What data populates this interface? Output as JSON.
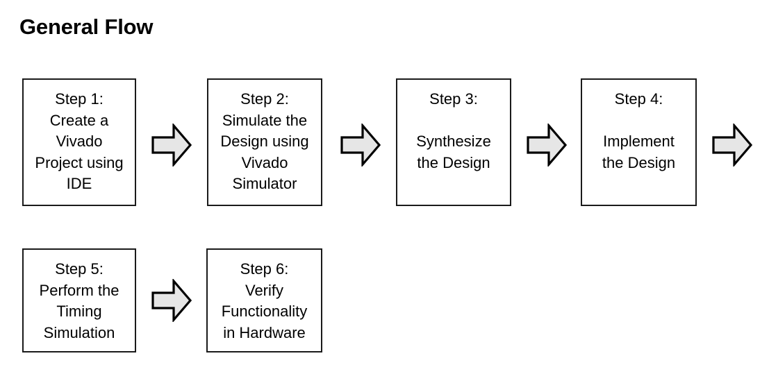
{
  "page": {
    "title": "General Flow",
    "background_color": "#ffffff",
    "text_color": "#000000"
  },
  "diagram": {
    "box_border_color": "#1a1a1a",
    "box_fill_color": "#ffffff",
    "arrow_fill_color": "#e6e6e6",
    "arrow_stroke_color": "#000000",
    "steps": [
      {
        "id": "step-1",
        "label": "Step 1:\nCreate a\nVivado\nProject using\nIDE",
        "heading": "Step 1:",
        "body": "Create a Vivado Project using IDE"
      },
      {
        "id": "step-2",
        "label": "Step 2:\nSimulate the\nDesign using\nVivado\nSimulator",
        "heading": "Step 2:",
        "body": "Simulate the Design using Vivado Simulator"
      },
      {
        "id": "step-3",
        "label": "Step 3:\n\nSynthesize\nthe Design",
        "heading": "Step 3:",
        "body": "Synthesize the Design"
      },
      {
        "id": "step-4",
        "label": "Step 4:\n\nImplement\nthe Design",
        "heading": "Step 4:",
        "body": "Implement the Design"
      },
      {
        "id": "step-5",
        "label": "Step 5:\nPerform the\nTiming\nSimulation",
        "heading": "Step 5:",
        "body": "Perform the Timing Simulation"
      },
      {
        "id": "step-6",
        "label": "Step 6:\nVerify\nFunctionality\nin Hardware",
        "heading": "Step 6:",
        "body": "Verify Functionality in Hardware"
      }
    ],
    "connectors": [
      {
        "id": "arrow-1-2",
        "icon": "right-block-arrow-icon",
        "from": "step-1",
        "to": "step-2"
      },
      {
        "id": "arrow-2-3",
        "icon": "right-block-arrow-icon",
        "from": "step-2",
        "to": "step-3"
      },
      {
        "id": "arrow-3-4",
        "icon": "right-block-arrow-icon",
        "from": "step-3",
        "to": "step-4"
      },
      {
        "id": "arrow-4-5",
        "icon": "right-block-arrow-icon",
        "from": "step-4",
        "to": "step-5"
      },
      {
        "id": "arrow-5-6",
        "icon": "right-block-arrow-icon",
        "from": "step-5",
        "to": "step-6"
      }
    ]
  }
}
